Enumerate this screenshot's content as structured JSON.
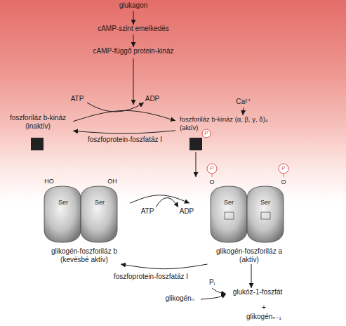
{
  "diagram": {
    "nodes": [
      {
        "text": [
          "glukagon"
        ]
      },
      {
        "text": [
          "cAMP-szint emelkedés"
        ]
      },
      {
        "text": [
          "cAMP-függő protein-kináz"
        ]
      },
      {
        "text": [
          "Ca²⁺"
        ]
      },
      {
        "text": [
          "foszforiláz b-kináz",
          "(inaktív)"
        ]
      },
      {
        "text": [
          "foszforiláz b-kináz (α, β, γ, δ)₄",
          "(aktív)"
        ]
      },
      {
        "text": [
          "glikogén-foszforiláz b",
          "(kevésbé aktív)"
        ]
      },
      {
        "text": [
          "glikogén-foszforiláz a",
          "(aktív)"
        ]
      },
      {
        "text": [
          "Pᵢ"
        ]
      },
      {
        "text": [
          "glikogénₙ"
        ]
      },
      {
        "text": [
          "glukóz-1-foszfát"
        ]
      },
      {
        "text": [
          "glikogénₙ₋₁"
        ]
      }
    ],
    "edges": [
      {
        "from": 0,
        "to": 1,
        "arrow": "to"
      },
      {
        "from": 1,
        "to": 2,
        "arrow": "to"
      },
      {
        "from": 4,
        "to": 5,
        "arrow": "to"
      },
      {
        "from": 5,
        "to": 4,
        "label": "foszfoprotein-foszfatáz I",
        "arrow": "to"
      },
      {
        "from": 3,
        "to": 5,
        "arrow": "to"
      },
      {
        "from": 5,
        "to": 7,
        "arrow": "to"
      },
      {
        "from": 6,
        "to": 7,
        "arrow": "to"
      },
      {
        "from": 7,
        "to": 6,
        "label": "foszfoprotein-foszfatáz I",
        "arrow": "to"
      },
      {
        "from": 7,
        "to": 10,
        "arrow": "to"
      },
      {
        "from": 9,
        "to": 10,
        "arrow": "to"
      },
      {
        "from": 8,
        "to": 10,
        "arrow": "to"
      }
    ],
    "labels": [
      "ATP",
      "ADP",
      "P",
      "HO",
      "OH",
      "P",
      "P",
      "O",
      "O",
      "Ser",
      "Ser",
      "Ser",
      "Ser",
      "ATP",
      "ADP",
      "+"
    ]
  }
}
